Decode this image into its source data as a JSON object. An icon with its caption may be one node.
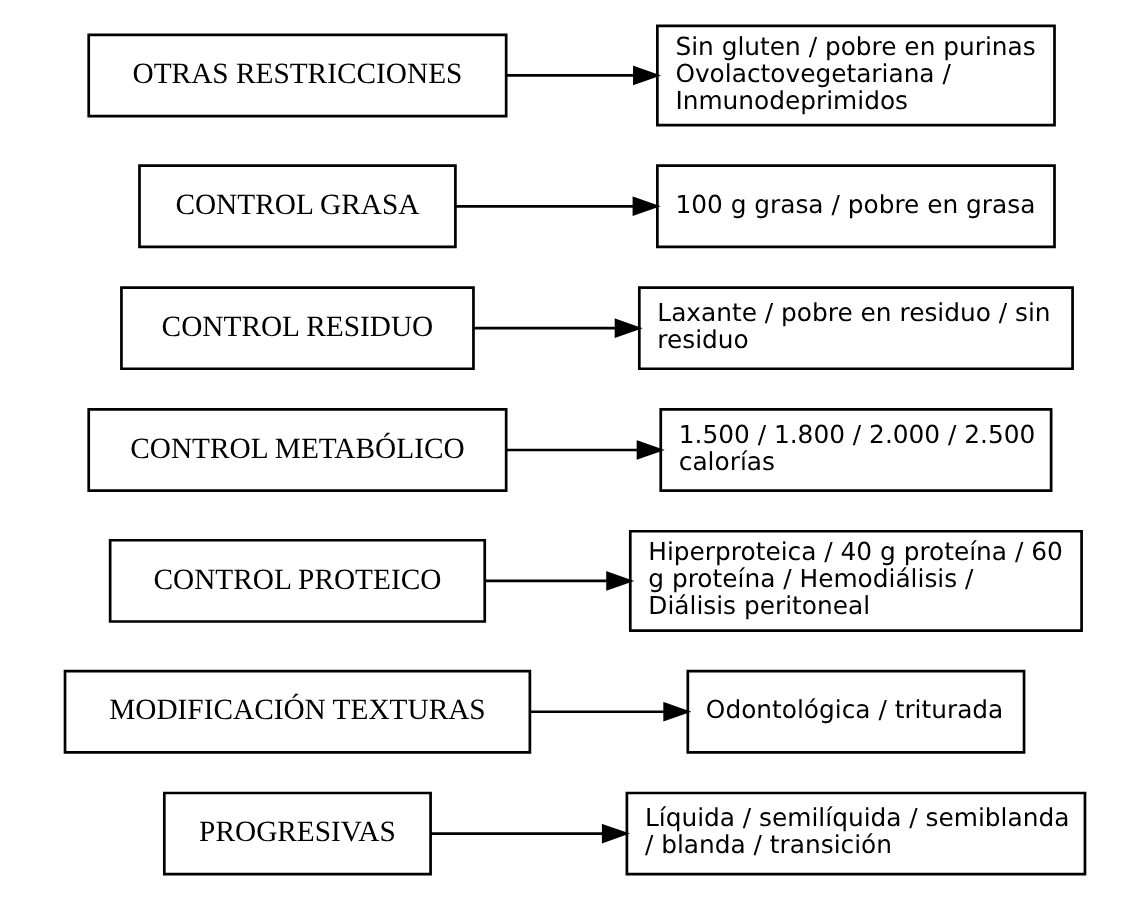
{
  "diagram": {
    "nodes": [
      {
        "text": [
          "PROGRESIVAS"
        ]
      },
      {
        "text": [
          "Líquida / semilíquida / semiblanda / blanda / transición"
        ]
      },
      {
        "text": [
          "MODIFICACIÓN TEXTURAS"
        ]
      },
      {
        "text": [
          "Odontológica / triturada"
        ]
      },
      {
        "text": [
          "CONTROL PROTEICO"
        ]
      },
      {
        "text": [
          "Hiperproteica / 40 g proteína / 60 g proteína / Hemodiálisis / Diálisis peritoneal"
        ]
      },
      {
        "text": [
          "CONTROL METABÓLICO"
        ]
      },
      {
        "text": [
          "1.500 / 1.800 / 2.000 / 2.500 calorías"
        ]
      },
      {
        "text": [
          "CONTROL RESIDUO"
        ]
      },
      {
        "text": [
          "Laxante / pobre en residuo / sin residuo"
        ]
      },
      {
        "text": [
          "CONTROL GRASA"
        ]
      },
      {
        "text": [
          "100 g grasa / pobre en grasa"
        ]
      },
      {
        "text": [
          "OTRAS RESTRICCIONES"
        ]
      },
      {
        "text": [
          "Sin gluten / pobre en purinas Ovolactovegetariana / Inmunodeprimidos"
        ]
      }
    ],
    "edges": [
      {
        "from": 0,
        "to": 1,
        "arrow": "to"
      },
      {
        "from": 2,
        "to": 3,
        "arrow": "to"
      },
      {
        "from": 4,
        "to": 5,
        "arrow": "to"
      },
      {
        "from": 6,
        "to": 7,
        "arrow": "to"
      },
      {
        "from": 8,
        "to": 9,
        "arrow": "to"
      },
      {
        "from": 10,
        "to": 11,
        "arrow": "to"
      },
      {
        "from": 12,
        "to": 13,
        "arrow": "to"
      }
    ]
  }
}
